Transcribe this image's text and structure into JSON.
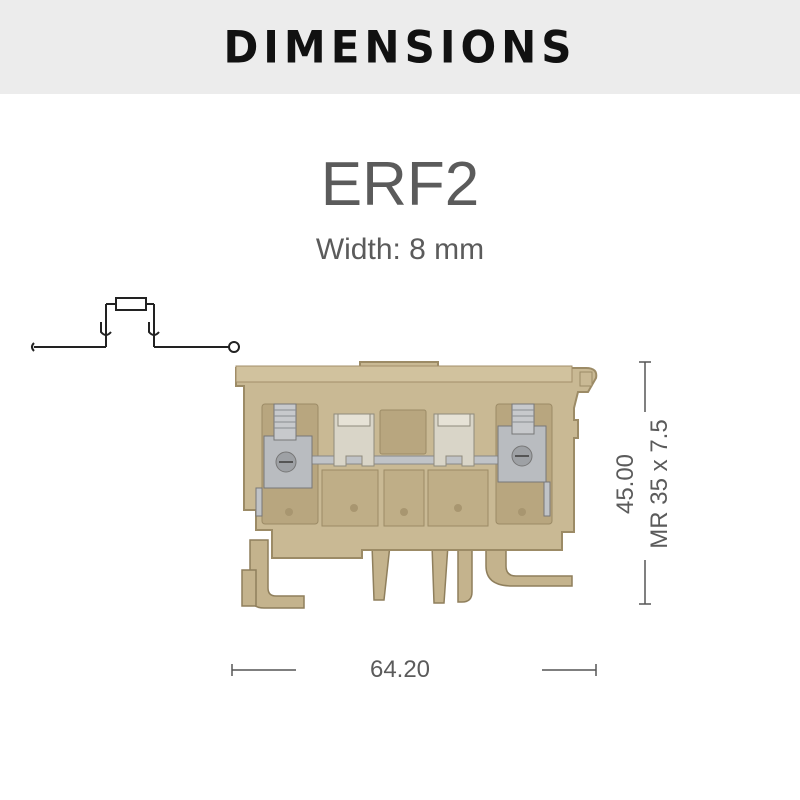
{
  "header": {
    "title": "DIMENSIONS"
  },
  "product": {
    "model": "ERF2",
    "width_label": "Width: 8 mm"
  },
  "dimensions": {
    "length": "64.20",
    "height": "45.00",
    "rail": "MR 35 x 7.5"
  },
  "colors": {
    "header_bg": "#ececec",
    "housing": "#c9b994",
    "housing_dark": "#a89670",
    "metal": "#b9bcc0",
    "brass": "#d4d0c4",
    "text": "#5b5b5b"
  }
}
